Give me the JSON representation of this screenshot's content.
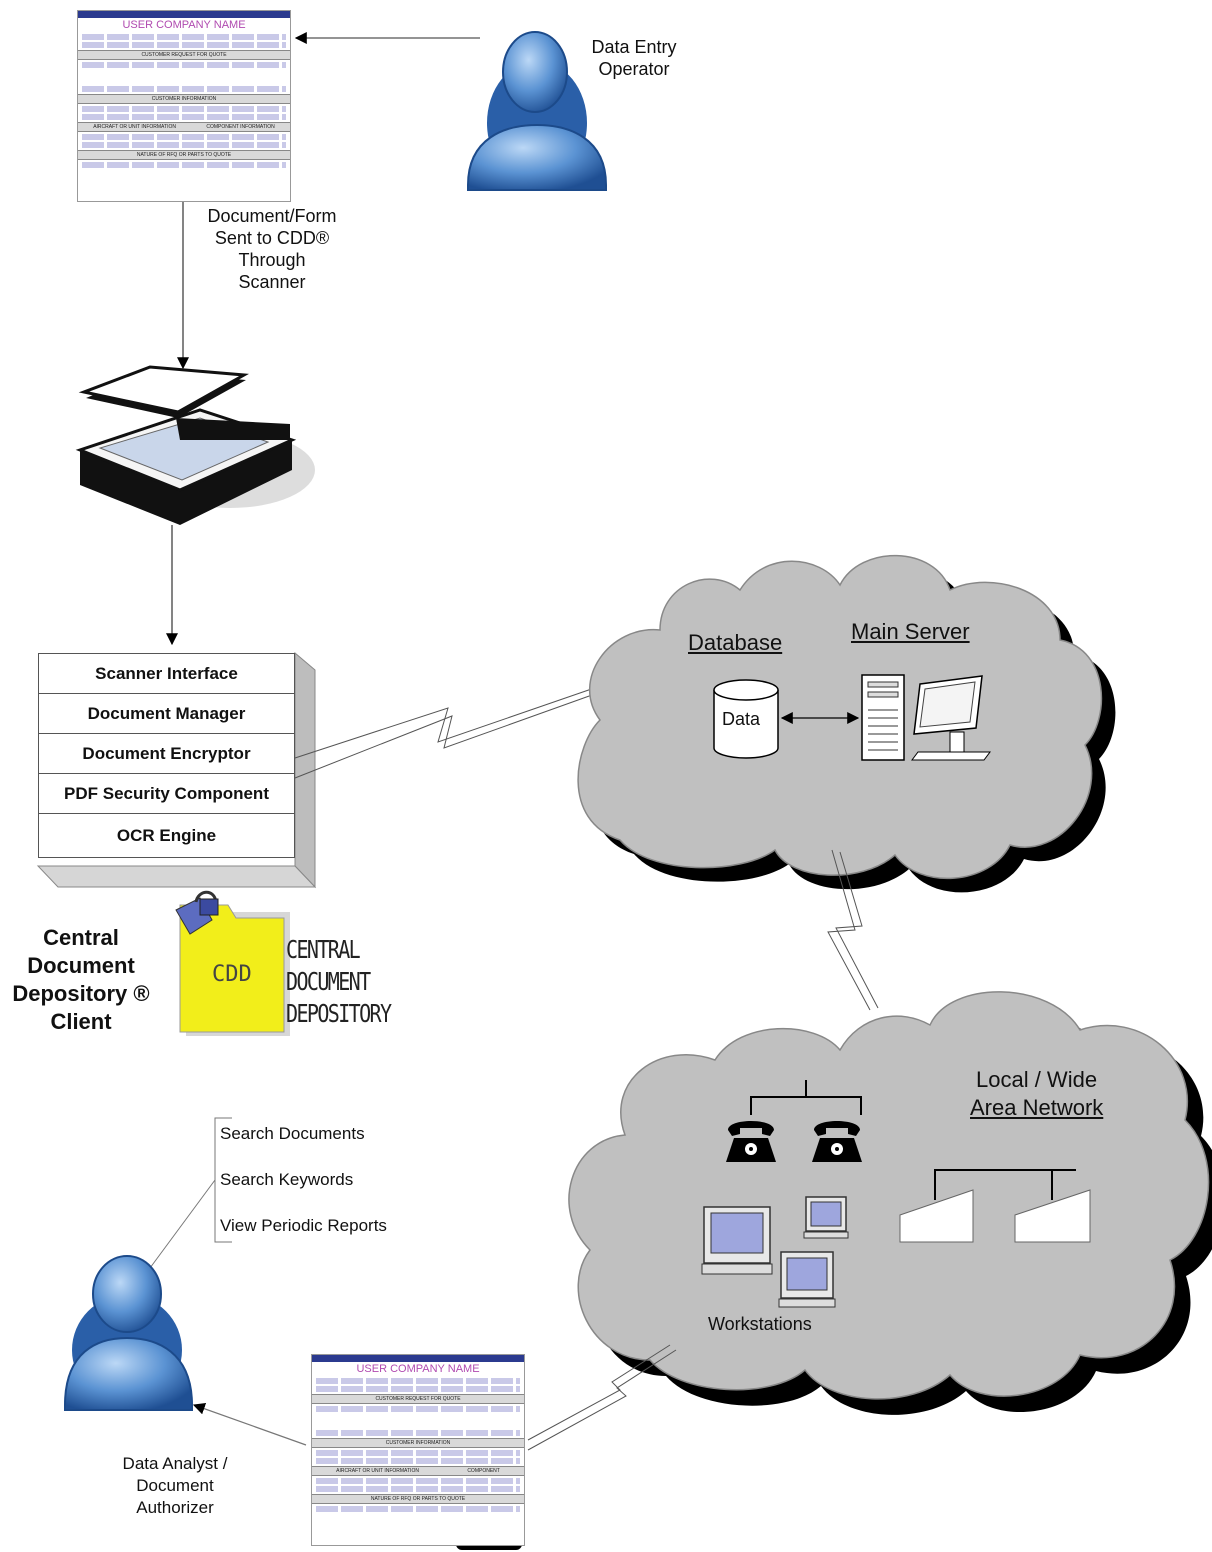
{
  "diagram": {
    "top_form": {
      "company": "USER COMPANY NAME",
      "section1": "CUSTOMER REQUEST FOR QUOTE",
      "section2": "CUSTOMER INFORMATION",
      "section3a": "AIRCRAFT OR UNIT INFORMATION",
      "section3b": "COMPONENT INFORMATION",
      "section4": "NATURE OF RFQ OR PARTS TO QUOTE"
    },
    "data_entry_operator": "Data Entry\nOperator",
    "scan_caption": "Document/Form\nSent to CDD®\nThrough\nScanner",
    "client_components": [
      "Scanner Interface",
      "Document Manager",
      "Document Encryptor",
      "PDF Security Component",
      "OCR Engine"
    ],
    "client_caption": "Central\nDocument\nDepository ®\nClient",
    "logo": {
      "folder_text": "CDD",
      "line1": "CENTRAL",
      "line2": "DOCUMENT",
      "line3": "DEPOSITORY"
    },
    "server_cloud": {
      "database_title": "Database",
      "server_title": "Main Server",
      "data_label": "Data"
    },
    "network_cloud": {
      "title_line1": "Local / Wide",
      "title_line2": "Area Network",
      "workstations_label": "Workstations"
    },
    "analyst_menu": [
      "Search Documents",
      "Search Keywords",
      "View Periodic Reports"
    ],
    "data_analyst": "Data Analyst /\nDocument\nAuthorizer",
    "bottom_form": {
      "company": "USER COMPANY NAME",
      "section1": "CUSTOMER REQUEST FOR QUOTE",
      "section2": "CUSTOMER INFORMATION",
      "section3a": "AIRCRAFT OR UNIT INFORMATION",
      "section3b": "COMPONENT",
      "section4": "NATURE OF RFQ OR PARTS TO QUOTE"
    },
    "colors": {
      "person_blue": "#4a86c8",
      "cloud_gray": "#c0c0c0",
      "cloud_shadow": "#000000",
      "logo_yellow": "#f2ee1a",
      "form_bar": "#2b3a8f",
      "form_title": "#b04ab0"
    }
  }
}
